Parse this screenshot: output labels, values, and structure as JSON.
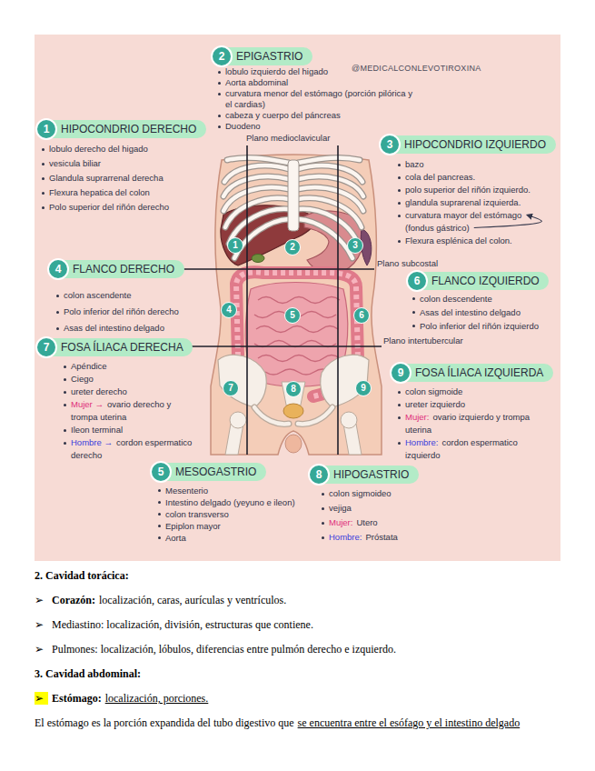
{
  "diagram": {
    "nodes": [
      {
        "text": [
          "EPIGASTRIO"
        ]
      },
      {
        "text": [
          "2"
        ],
        "in": 0
      },
      {
        "text": [
          "HIPOCONDRIO DERECHO"
        ]
      },
      {
        "text": [
          "1"
        ],
        "in": 2
      },
      {
        "text": [
          "HIPOCONDRIO IZQUIERDO"
        ]
      },
      {
        "text": [
          "3"
        ],
        "in": 4
      },
      {
        "text": [
          "FLANCO DERECHO"
        ]
      },
      {
        "text": [
          "4"
        ],
        "in": 6
      },
      {
        "text": [
          "FLANCO IZQUIERDO"
        ]
      },
      {
        "text": [
          "6"
        ],
        "in": 8
      },
      {
        "text": [
          "FOSA ÍLIACA DERECHA"
        ]
      },
      {
        "text": [
          "7"
        ],
        "in": 10
      },
      {
        "text": [
          "FOSA ÍLIACA IZQUIERDA"
        ]
      },
      {
        "text": [
          "9"
        ],
        "in": 12
      },
      {
        "text": [
          "MESOGASTRIO"
        ]
      },
      {
        "text": [
          "5"
        ],
        "in": 14
      },
      {
        "text": [
          "HIPOGASTRIO"
        ]
      },
      {
        "text": [
          "8"
        ],
        "in": 16
      },
      {
        "text": [
          "1"
        ]
      },
      {
        "text": [
          "2"
        ]
      },
      {
        "text": [
          "3"
        ]
      },
      {
        "text": [
          "4"
        ]
      },
      {
        "text": [
          "5"
        ]
      },
      {
        "text": [
          "6"
        ]
      },
      {
        "text": [
          "7"
        ]
      },
      {
        "text": [
          "8"
        ]
      },
      {
        "text": [
          "9"
        ]
      }
    ],
    "labels": [
      "@MEDICALCONLEVOTIROXINA",
      "Plano medioclavicular",
      "Plano subcostal",
      "Plano intertubercular",
      "lobulo izquierdo del higado",
      "Aorta abdominal",
      "curvatura menor del estómago (porción pilórica y el cardias)",
      "cabeza y cuerpo del páncreas",
      "Duodeno",
      "lobulo derecho del higado",
      "vesicula biliar",
      "Glandula suprarrenal derecha",
      "Flexura hepatica del colon",
      "Polo superior del riñón derecho",
      "bazo",
      "cola del pancreas.",
      "polo superior del riñón izquierdo.",
      "glandula suprarenal izquierda.",
      "curvatura mayor del estómago (fondus gástrico)",
      "Flexura esplénica del colon.",
      "colon ascendente",
      "Polo inferior del riñón derecho",
      "Asas del intestino delgado",
      "colon descendente",
      "Asas del intestino delgado",
      "Polo inferior del riñón izquierdo",
      "Apéndice",
      "Ciego",
      "ureter derecho",
      "Mujer →",
      "ovario derecho y trompa uterina",
      "Ileon terminal",
      "Hombre →",
      "cordon espermatico derecho",
      "colon sigmoide",
      "ureter izquierdo",
      "Mujer:",
      "ovario izquierdo y trompa uterina",
      "Hombre:",
      "cordon espermatico izquierdo",
      "Mesenterio",
      "Intestino delgado (yeyuno e ileon)",
      "colon transverso",
      "Epiplon mayor",
      "Aorta",
      "colon sigmoideo",
      "vejiga",
      "Mujer:",
      "Utero",
      "Hombre:",
      "Próstata",
      "2. Cavidad torácica:",
      "➢",
      "Corazón:",
      "localización, caras, aurículas y ventrículos.",
      "➢",
      "Mediastino: localización, división, estructuras que contiene.",
      "➢",
      "Pulmones: localización, lóbulos, diferencias entre pulmón derecho e izquierdo.",
      "3. Cavidad abdominal:",
      "➢",
      "Estómago:",
      "localización, porciones.",
      "El estómago es la porción expandida del tubo digestivo que",
      "se encuentra entre el esófago y el intestino delgado"
    ]
  }
}
